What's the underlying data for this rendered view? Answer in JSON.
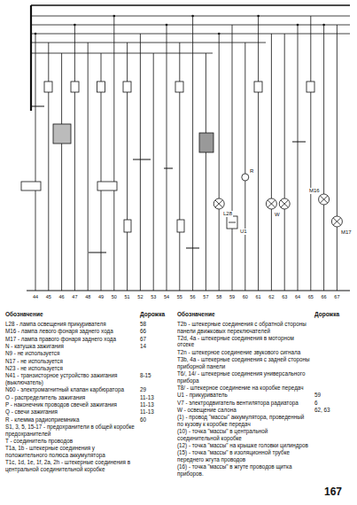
{
  "diagram": {
    "labels": [
      "44",
      "45",
      "46",
      "47",
      "48",
      "49",
      "50",
      "51",
      "52",
      "53",
      "54",
      "55",
      "56",
      "57",
      "58",
      "59",
      "60",
      "61",
      "62",
      "63",
      "64",
      "65",
      "66",
      "67",
      "L28",
      "U1",
      "R",
      "W",
      "M16",
      "M17",
      "Обозначение",
      "Дорожка",
      "L28 - лампа освещения прикуривателя",
      "58",
      "M16 - лампа левого фонаря заднего хода",
      "66",
      "M17 - лампа правого фонаря заднего хода",
      "67",
      "N - катушка зажигания",
      "14",
      "N9 - не используется",
      "N17 - не используется",
      "N23 - не используется",
      "N41 - транзисторное устройство зажигания (выключатель)",
      "8-15",
      "N60 - электромагнитный клапан карбюратора",
      "29",
      "O - распределитель зажигания",
      "11-13",
      "P - наконечник проводов свечей зажигания",
      "11-13",
      "Q - свечи зажигания",
      "11-13",
      "R - клемма радиоприемника",
      "60",
      "S1, 3, 5, 15-17 - предохранители в общей коробке предохранителей",
      "T - соединитель проводов",
      "T1a, 1b - штекерные соединения у положительного полюса аккумулятора",
      "T1c, 1d, 1e, 1f, 2a, 2h - штекерные соединения в центральной соединительной коробке",
      "Обозначение",
      "Дорожка",
      "T2b - штекерные соединения с обратной стороны панели движковых переключателей",
      "T2d, 4a - штекерные соединения в моторном отсеке",
      "T2n - штекерное соединение звукового сигнала",
      "T3b, 4a - штекерные соединения с задней стороны приборной панели",
      "T6/, 14/ - штекерные соединения универсального прибора",
      "T8/ - штекерное соединение на коробке передач",
      "U1 - прикуриватель",
      "59",
      "V7 - электродвигатель вентилятора радиатора",
      "6",
      "W - освещение салона",
      "62, 63",
      "(1) - провод \"массы\" аккумулятора, проведенный по кузову к коробке передач",
      "(10) - точка \"массы\" в центральной соединительной коробке",
      "(12) - точка \"массы\" на крышке головки цилиндров",
      "(15) - точка \"массы\" в изоляционной трубке переднего жгута проводов",
      "(16) - точка \"массы\" в жгуте проводов щитка приборов.",
      "167"
    ]
  }
}
